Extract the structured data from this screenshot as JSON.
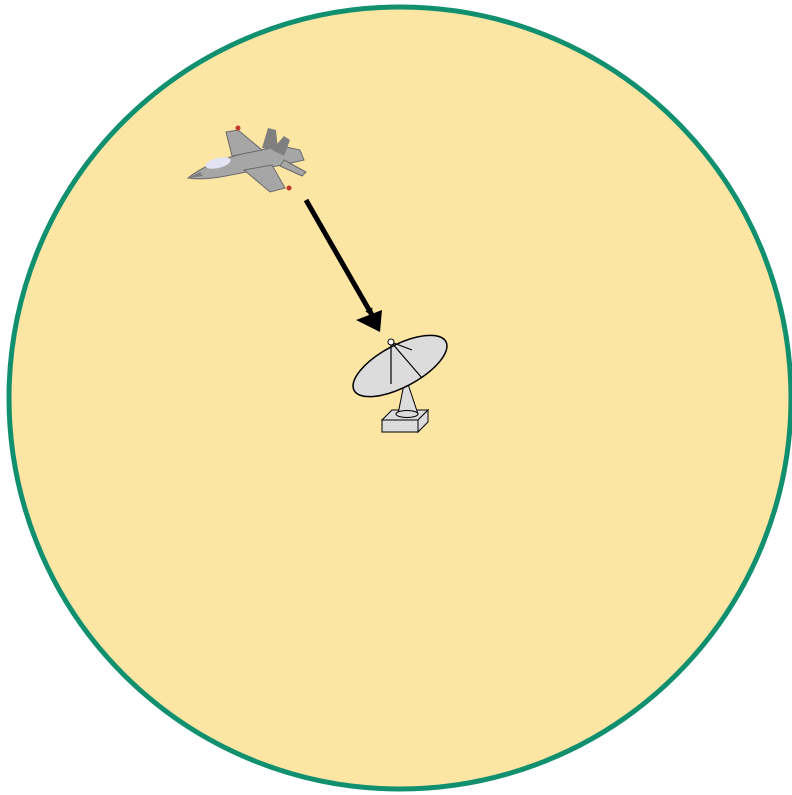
{
  "diagram": {
    "colors": {
      "coverage_fill": "#FDE5A4",
      "coverage_stroke": "#119070",
      "arrow": "#000000",
      "aircraft_body": "#A6A6A6",
      "aircraft_dark": "#7F7F7F",
      "aircraft_canopy": "#E3E3F3",
      "aircraft_lights": "#C0392B",
      "dish_fill": "#DCDCDC",
      "dish_stroke": "#000000"
    },
    "elements": [
      {
        "id": "coverage-area",
        "kind": "circle"
      },
      {
        "id": "aircraft",
        "kind": "icon",
        "icon": "fighter-jet-icon"
      },
      {
        "id": "signal-arrow",
        "kind": "arrow",
        "from": "aircraft",
        "to": "radar-dish"
      },
      {
        "id": "radar-dish",
        "kind": "icon",
        "icon": "satellite-dish-icon"
      }
    ]
  }
}
